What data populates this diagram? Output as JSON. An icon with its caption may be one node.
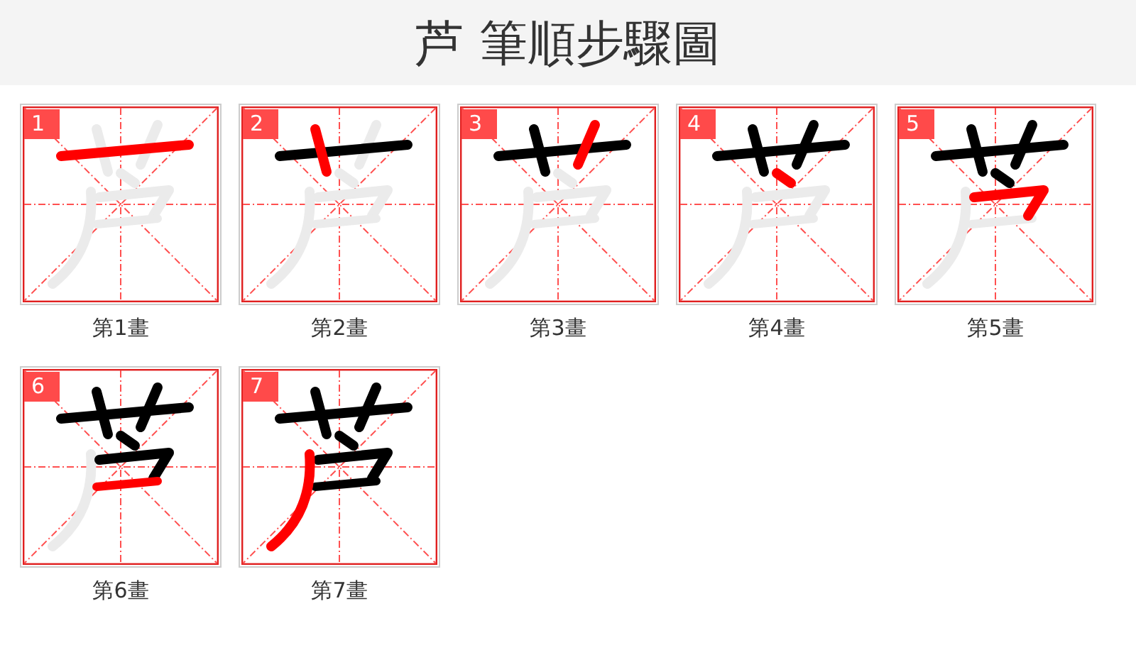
{
  "diagram": {
    "title": "芦 筆順步驟圖",
    "nodes": [
      {
        "text": [
          "1"
        ],
        "beside": [
          "第1畫"
        ]
      },
      {
        "text": [
          "2"
        ],
        "beside": [
          "第2畫"
        ]
      },
      {
        "text": [
          "3"
        ],
        "beside": [
          "第3畫"
        ]
      },
      {
        "text": [
          "4"
        ],
        "beside": [
          "第4畫"
        ]
      },
      {
        "text": [
          "5"
        ],
        "beside": [
          "第5畫"
        ]
      },
      {
        "text": [
          "6"
        ],
        "beside": [
          "第6畫"
        ]
      },
      {
        "text": [
          "7"
        ],
        "beside": [
          "第7畫"
        ]
      }
    ]
  }
}
